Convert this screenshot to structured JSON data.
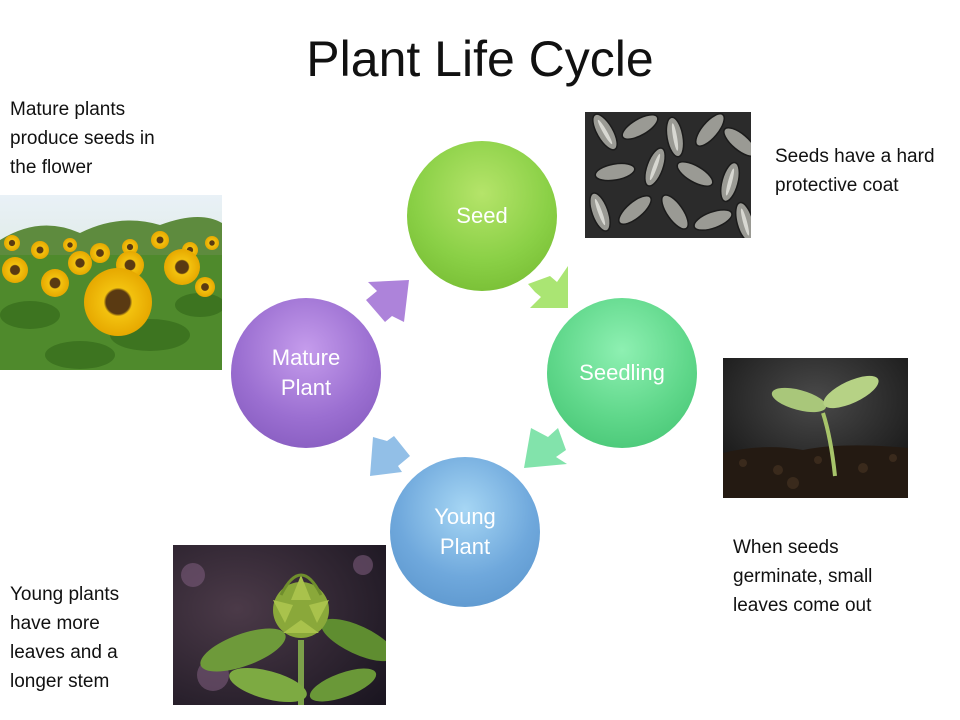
{
  "title": "Plant Life Cycle",
  "cycle": {
    "seed": "Seed",
    "seedling": "Seedling",
    "young_plant": "Young\nPlant",
    "mature_plant": "Mature\nPlant"
  },
  "notes": {
    "mature": "Mature plants produce seeds in the flower",
    "seeds": "Seeds have a hard protective coat",
    "seedling": "When seeds germinate, small leaves come out",
    "young": "Young plants have more leaves and a longer stem"
  },
  "colors": {
    "seed": "#8ad046",
    "seedling": "#5fd78a",
    "young_plant": "#6fa8dc",
    "mature_plant": "#9b6fd1"
  }
}
